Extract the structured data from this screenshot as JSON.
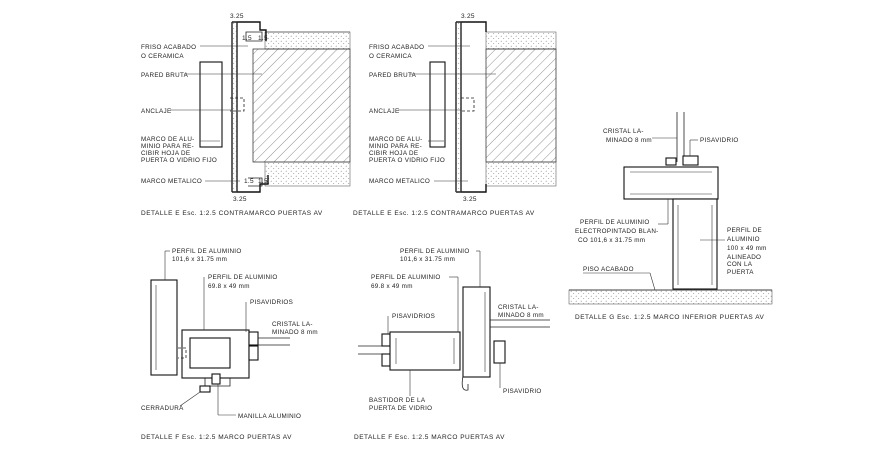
{
  "detail_e1": {
    "dim_top": "3.25",
    "dim_right_top": "1.5",
    "dim_right_bottom": "1.5",
    "dim_bottom": "3.25",
    "label_friso": "FRISO ACABADO",
    "label_ceramica": "O CERAMICA",
    "label_pared": "PARED BRUTA",
    "label_anclaje": "ANCLAJE",
    "label_marco_1": "MARCO DE ALU-",
    "label_marco_2": "MINIO PARA RE-",
    "label_marco_3": "CIBIR HOJA DE",
    "label_marco_4": "PUERTA O VIDRIO FIJO",
    "label_marco_metalico": "MARCO METALICO",
    "caption": "DETALLE  E  Esc. 1:2.5   CONTRAMARCO PUERTAS AV"
  },
  "detail_e2": {
    "dim_top": "3.25",
    "dim_bottom": "3.25",
    "label_friso": "FRISO ACABADO",
    "label_ceramica": "O CERAMICA",
    "label_pared": "PARED BRUTA",
    "label_anclaje": "ANCLAJE",
    "label_marco_1": "MARCO DE ALU-",
    "label_marco_2": "MINIO PARA RE-",
    "label_marco_3": "CIBIR HOJA DE",
    "label_marco_4": "PUERTA O VIDRIO FIJO",
    "label_marco_metalico": "MARCO METALICO",
    "caption": "DETALLE  E  Esc. 1:2.5   CONTRAMARCO PUERTAS AV"
  },
  "detail_g": {
    "label_cristal_1": "CRISTAL LA-",
    "label_cristal_2": "MINADO 8 mm",
    "label_pisavidrio": "PISAVIDRIO",
    "label_perfil1_1": "PERFIL DE ALUMINIO",
    "label_perfil1_2": "ELECTROPINTADO BLAN-",
    "label_perfil1_3": "CO 101,6 x 31.75 mm",
    "label_perfil2_1": "PERFIL DE",
    "label_perfil2_2": "ALUMINIO",
    "label_perfil2_3": "100 x 49 mm",
    "label_perfil2_4": "ALINEADO",
    "label_perfil2_5": "CON LA",
    "label_perfil2_6": "PUERTA",
    "label_piso": "PISO ACABADO",
    "caption": "DETALLE  G  Esc. 1:2.5   MARCO INFERIOR PUERTAS AV"
  },
  "detail_f1": {
    "label_perfil_a_1": "PERFIL DE ALUMINIO",
    "label_perfil_a_2": "101,6 x 31.75 mm",
    "label_perfil_b_1": "PERFIL DE ALUMINIO",
    "label_perfil_b_2": "69.8 x 49 mm",
    "label_pisavidrios": "PISAVIDRIOS",
    "label_cristal_1": "CRISTAL LA-",
    "label_cristal_2": "MINADO 8 mm",
    "label_cerradura": "CERRADURA",
    "label_manilla": "MANILLA ALUMINIO",
    "caption": "DETALLE  F  Esc. 1:2.5   MARCO PUERTAS AV"
  },
  "detail_f2": {
    "label_perfil_a_1": "PERFIL DE ALUMINIO",
    "label_perfil_a_2": "101,6 x 31.75 mm",
    "label_perfil_b_1": "PERFIL DE ALUMINIO",
    "label_perfil_b_2": "69.8 x 49 mm",
    "label_pisavidrios": "PISAVIDRIOS",
    "label_cristal_1": "CRISTAL LA-",
    "label_cristal_2": "MINADO 8 mm",
    "label_bastidor_1": "BASTIDOR DE LA",
    "label_bastidor_2": "PUERTA DE VIDRIO",
    "label_pisavidrio": "PISAVIDRIO",
    "caption": "DETALLE  F  Esc. 1:2.5   MARCO PUERTAS AV"
  }
}
